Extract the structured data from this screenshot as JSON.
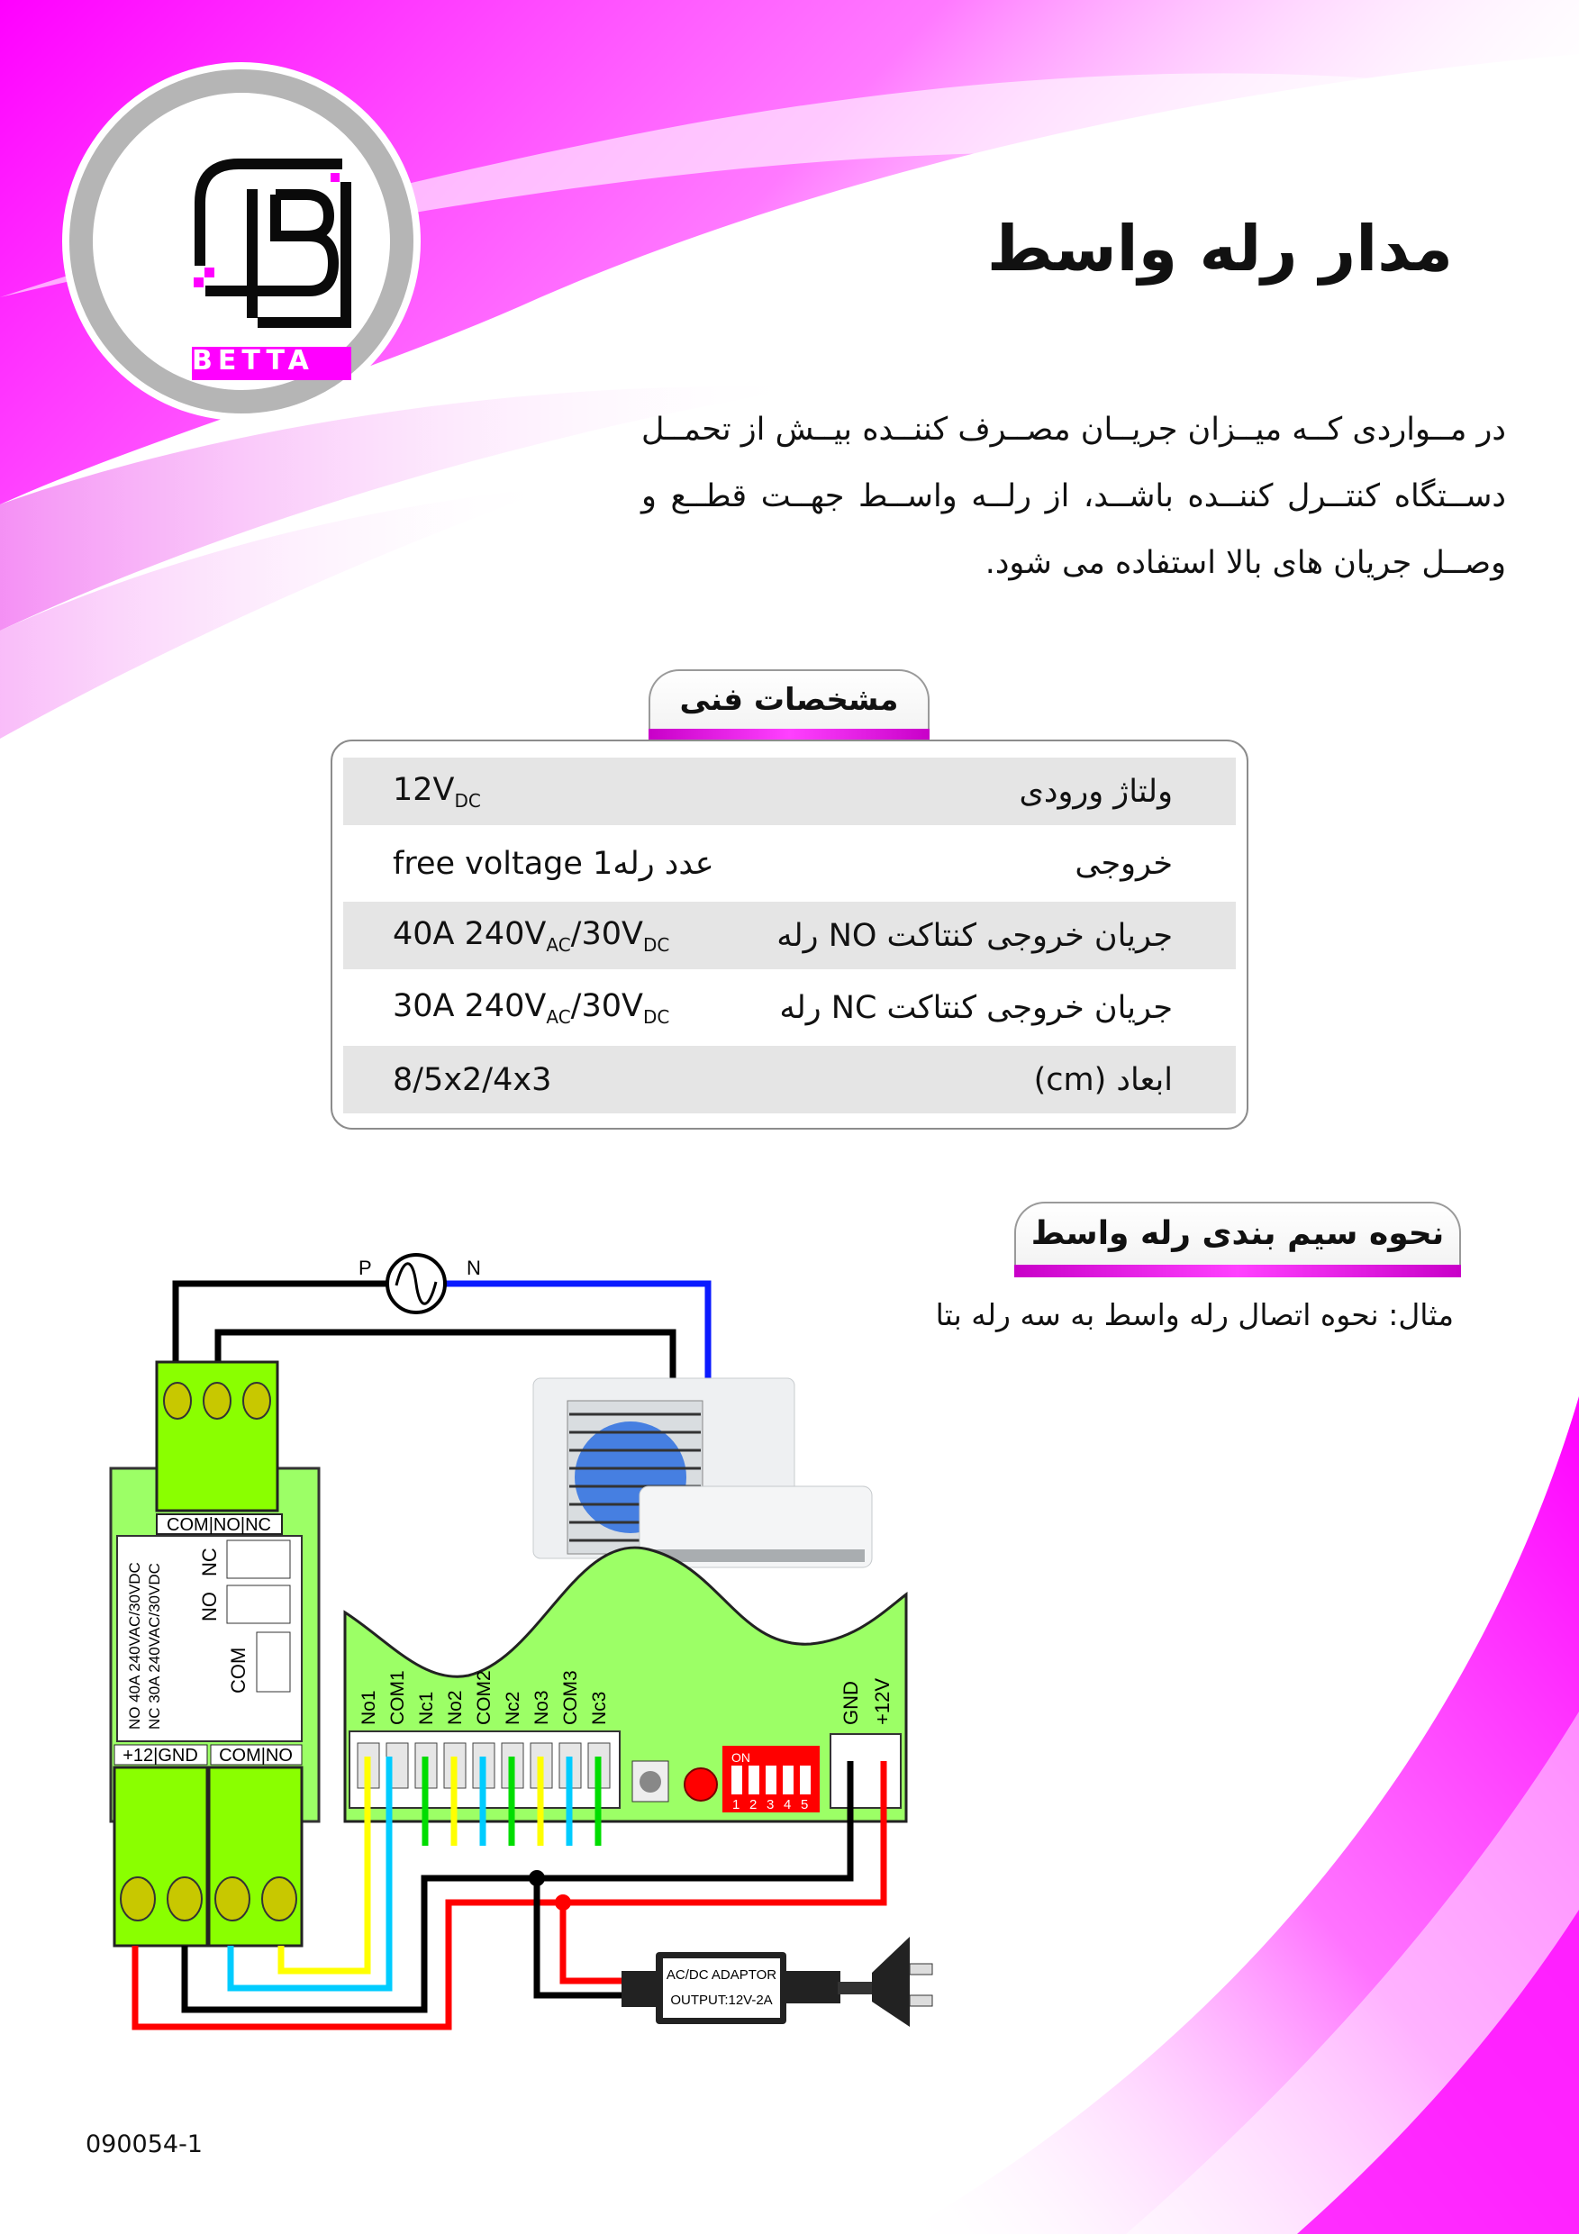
{
  "brand": {
    "name": "BETTA",
    "colors": {
      "magenta": "#ff00ff",
      "gray": "#b5b5b5"
    }
  },
  "title": "مدار رله واسط",
  "intro": "در  مــواردی کــه میــزان جریــان مصــرف کننــده بیــش از تحمــل دســتگاه کنتــرل کننــده باشــد، از رلــه واســط جهــت قطــع و وصــل جریان های بالا  استفاده می شود.",
  "spec": {
    "heading": "مشخصات فنی",
    "rows": [
      {
        "label": "ولتاژ ورودی",
        "value_main": "12V",
        "value_sub": "DC"
      },
      {
        "label": "خروجی",
        "value": "free voltage 1عدد رله"
      },
      {
        "label": "جریان خروجی کنتاکت NO رله",
        "value_a": "40A 240V",
        "sub_a": "AC",
        "value_b": "/30V",
        "sub_b": "DC"
      },
      {
        "label": "جریان خروجی کنتاکت NC رله",
        "value_a": "30A 240V",
        "sub_a": "AC",
        "value_b": "/30V",
        "sub_b": "DC"
      },
      {
        "label": "ابعاد (cm)",
        "value": "8/5x2/4x3"
      }
    ]
  },
  "wiring": {
    "heading": "نحوه سیم بندی رله واسط",
    "example": "مثال: نحوه اتصال رله واسط به سه رله بتا"
  },
  "diagram": {
    "p": "P",
    "n": "N",
    "relay_top_label": "COM|NO|NC",
    "relay_rating_1": "NO 40A 240VAC/30VDC",
    "relay_rating_2": "NC 30A 240VAC/30VDC",
    "relay_nc": "NC",
    "relay_no": "NO",
    "relay_com": "COM",
    "relay_power_label": "+12|GND",
    "relay_input_label": "COM|NO",
    "board_terminals": [
      "No1",
      "COM1",
      "Nc1",
      "No2",
      "COM2",
      "Nc2",
      "No3",
      "COM3",
      "Nc3"
    ],
    "board_power": [
      "GND",
      "+12V"
    ],
    "dip_on": "ON",
    "dip_numbers": [
      "1",
      "2",
      "3",
      "4",
      "5"
    ],
    "adaptor_1": "AC/DC ADAPTOR",
    "adaptor_2": "OUTPUT:12V-2A"
  },
  "footer_code": "090054-1"
}
